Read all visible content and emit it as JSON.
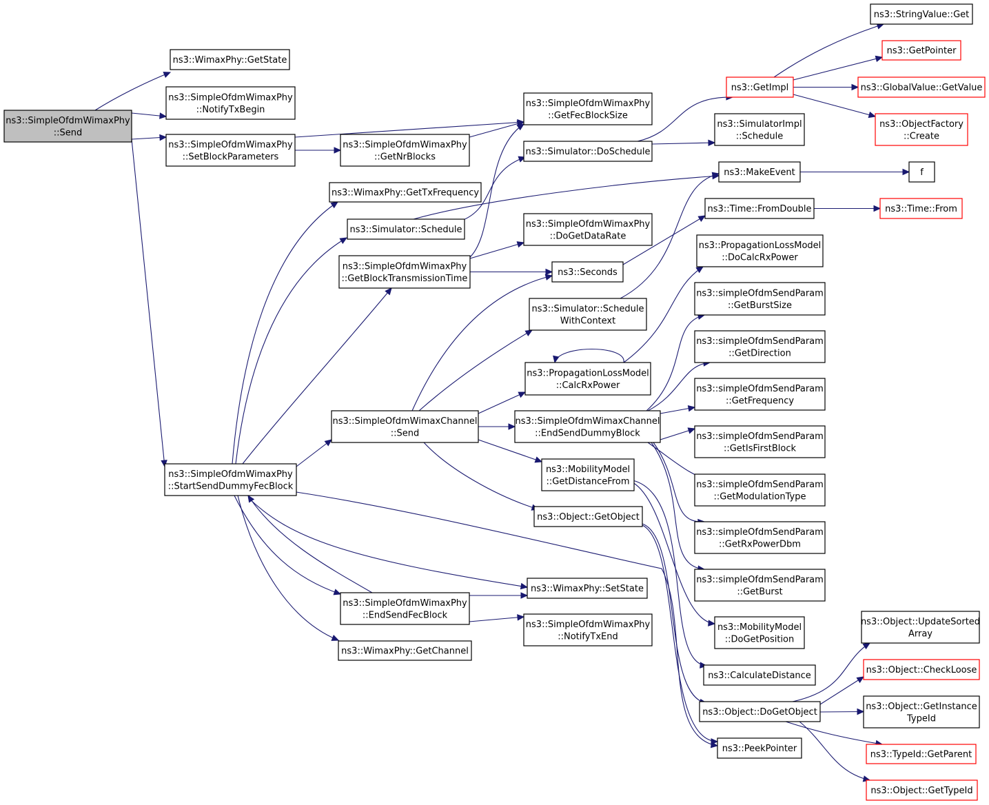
{
  "colors": {
    "edge": "#191970",
    "node_border": "#000000",
    "truncated_border": "#ff0000",
    "root_fill": "#bfbfbf"
  },
  "nodes": [
    {
      "id": "root",
      "lines": [
        "ns3::SimpleOfdmWimaxPhy",
        "::Send"
      ],
      "style": "root"
    },
    {
      "id": "getState",
      "lines": [
        "ns3::WimaxPhy::GetState"
      ]
    },
    {
      "id": "notifyTxBegin",
      "lines": [
        "ns3::SimpleOfdmWimaxPhy",
        "::NotifyTxBegin"
      ]
    },
    {
      "id": "setBlockParams",
      "lines": [
        "ns3::SimpleOfdmWimaxPhy",
        "::SetBlockParameters"
      ]
    },
    {
      "id": "startSend",
      "lines": [
        "ns3::SimpleOfdmWimaxPhy",
        "::StartSendDummyFecBlock"
      ]
    },
    {
      "id": "getFecBlockSize",
      "lines": [
        "ns3::SimpleOfdmWimaxPhy",
        "::GetFecBlockSize"
      ]
    },
    {
      "id": "getNrBlocks",
      "lines": [
        "ns3::SimpleOfdmWimaxPhy",
        "::GetNrBlocks"
      ]
    },
    {
      "id": "getTxFreq",
      "lines": [
        "ns3::WimaxPhy::GetTxFrequency"
      ]
    },
    {
      "id": "simSchedule",
      "lines": [
        "ns3::Simulator::Schedule"
      ]
    },
    {
      "id": "getBlockTx",
      "lines": [
        "ns3::SimpleOfdmWimaxPhy",
        "::GetBlockTransmissionTime"
      ]
    },
    {
      "id": "channelSend",
      "lines": [
        "ns3::SimpleOfdmWimaxChannel",
        "::Send"
      ]
    },
    {
      "id": "endSendFec",
      "lines": [
        "ns3::SimpleOfdmWimaxPhy",
        "::EndSendFecBlock"
      ]
    },
    {
      "id": "getChannel",
      "lines": [
        "ns3::WimaxPhy::GetChannel"
      ]
    },
    {
      "id": "doSchedule",
      "lines": [
        "ns3::Simulator::DoSchedule"
      ]
    },
    {
      "id": "doGetDataRate",
      "lines": [
        "ns3::SimpleOfdmWimaxPhy",
        "::DoGetDataRate"
      ]
    },
    {
      "id": "seconds",
      "lines": [
        "ns3::Seconds"
      ]
    },
    {
      "id": "scheduleWithContext",
      "lines": [
        "ns3::Simulator::Schedule",
        "WithContext"
      ]
    },
    {
      "id": "calcRxPower",
      "lines": [
        "ns3::PropagationLossModel",
        "::CalcRxPower"
      ]
    },
    {
      "id": "endSendDummy",
      "lines": [
        "ns3::SimpleOfdmWimaxChannel",
        "::EndSendDummyBlock"
      ]
    },
    {
      "id": "getDistFrom",
      "lines": [
        "ns3::MobilityModel",
        "::GetDistanceFrom"
      ]
    },
    {
      "id": "getObject",
      "lines": [
        "ns3::Object::GetObject"
      ]
    },
    {
      "id": "setState",
      "lines": [
        "ns3::WimaxPhy::SetState"
      ]
    },
    {
      "id": "notifyTxEnd",
      "lines": [
        "ns3::SimpleOfdmWimaxPhy",
        "::NotifyTxEnd"
      ]
    },
    {
      "id": "getImpl",
      "lines": [
        "ns3::GetImpl"
      ],
      "style": "red"
    },
    {
      "id": "simImplSchedule",
      "lines": [
        "ns3::SimulatorImpl",
        "::Schedule"
      ]
    },
    {
      "id": "makeEvent",
      "lines": [
        "ns3::MakeEvent"
      ]
    },
    {
      "id": "fromDouble",
      "lines": [
        "ns3::Time::FromDouble"
      ]
    },
    {
      "id": "doCalcRxPower",
      "lines": [
        "ns3::PropagationLossModel",
        "::DoCalcRxPower"
      ]
    },
    {
      "id": "getBurstSize",
      "lines": [
        "ns3::simpleOfdmSendParam",
        "::GetBurstSize"
      ]
    },
    {
      "id": "getDirection",
      "lines": [
        "ns3::simpleOfdmSendParam",
        "::GetDirection"
      ]
    },
    {
      "id": "getFrequency",
      "lines": [
        "ns3::simpleOfdmSendParam",
        "::GetFrequency"
      ]
    },
    {
      "id": "getIsFirstBlock",
      "lines": [
        "ns3::simpleOfdmSendParam",
        "::GetIsFirstBlock"
      ]
    },
    {
      "id": "getModType",
      "lines": [
        "ns3::simpleOfdmSendParam",
        "::GetModulationType"
      ]
    },
    {
      "id": "getRxPowerDbm",
      "lines": [
        "ns3::simpleOfdmSendParam",
        "::GetRxPowerDbm"
      ]
    },
    {
      "id": "getBurst",
      "lines": [
        "ns3::simpleOfdmSendParam",
        "::GetBurst"
      ]
    },
    {
      "id": "doGetPosition",
      "lines": [
        "ns3::MobilityModel",
        "::DoGetPosition"
      ]
    },
    {
      "id": "calcDistance",
      "lines": [
        "ns3::CalculateDistance"
      ]
    },
    {
      "id": "doGetObject",
      "lines": [
        "ns3::Object::DoGetObject"
      ]
    },
    {
      "id": "peekPointer",
      "lines": [
        "ns3::PeekPointer"
      ]
    },
    {
      "id": "stringValueGet",
      "lines": [
        "ns3::StringValue::Get"
      ]
    },
    {
      "id": "getPointer",
      "lines": [
        "ns3::GetPointer"
      ],
      "style": "red"
    },
    {
      "id": "globalValueGet",
      "lines": [
        "ns3::GlobalValue::GetValue"
      ],
      "style": "red"
    },
    {
      "id": "objectFactoryCreate",
      "lines": [
        "ns3::ObjectFactory",
        "::Create"
      ],
      "style": "red"
    },
    {
      "id": "f",
      "lines": [
        "f"
      ]
    },
    {
      "id": "timeFrom",
      "lines": [
        "ns3::Time::From"
      ],
      "style": "red"
    },
    {
      "id": "updateSorted",
      "lines": [
        "ns3::Object::UpdateSorted",
        "Array"
      ]
    },
    {
      "id": "checkLoose",
      "lines": [
        "ns3::Object::CheckLoose"
      ],
      "style": "red"
    },
    {
      "id": "getInstanceTypeId",
      "lines": [
        "ns3::Object::GetInstance",
        "TypeId"
      ]
    },
    {
      "id": "typeIdGetParent",
      "lines": [
        "ns3::TypeId::GetParent"
      ],
      "style": "red"
    },
    {
      "id": "objectGetTypeId",
      "lines": [
        "ns3::Object::GetTypeId"
      ],
      "style": "red"
    }
  ],
  "edges": [
    [
      "root",
      "getState"
    ],
    [
      "root",
      "notifyTxBegin"
    ],
    [
      "root",
      "setBlockParams"
    ],
    [
      "root",
      "startSend"
    ],
    [
      "setBlockParams",
      "getFecBlockSize"
    ],
    [
      "setBlockParams",
      "getNrBlocks"
    ],
    [
      "getNrBlocks",
      "getFecBlockSize"
    ],
    [
      "startSend",
      "getTxFreq"
    ],
    [
      "startSend",
      "simSchedule"
    ],
    [
      "startSend",
      "getBlockTx"
    ],
    [
      "startSend",
      "channelSend"
    ],
    [
      "startSend",
      "endSendFec"
    ],
    [
      "startSend",
      "getChannel"
    ],
    [
      "startSend",
      "setState"
    ],
    [
      "startSend",
      "peekPointer"
    ],
    [
      "getBlockTx",
      "getFecBlockSize"
    ],
    [
      "getBlockTx",
      "doGetDataRate"
    ],
    [
      "getBlockTx",
      "seconds"
    ],
    [
      "simSchedule",
      "doSchedule"
    ],
    [
      "simSchedule",
      "makeEvent"
    ],
    [
      "channelSend",
      "seconds"
    ],
    [
      "channelSend",
      "scheduleWithContext"
    ],
    [
      "channelSend",
      "calcRxPower"
    ],
    [
      "channelSend",
      "endSendDummy"
    ],
    [
      "channelSend",
      "getDistFrom"
    ],
    [
      "channelSend",
      "getObject"
    ],
    [
      "endSendFec",
      "setState"
    ],
    [
      "endSendFec",
      "notifyTxEnd"
    ],
    [
      "endSendFec",
      "startSend"
    ],
    [
      "doSchedule",
      "getImpl"
    ],
    [
      "doSchedule",
      "simImplSchedule"
    ],
    [
      "seconds",
      "fromDouble"
    ],
    [
      "scheduleWithContext",
      "makeEvent"
    ],
    [
      "calcRxPower",
      "calcRxPower"
    ],
    [
      "calcRxPower",
      "doCalcRxPower"
    ],
    [
      "endSendDummy",
      "getBurstSize"
    ],
    [
      "endSendDummy",
      "getDirection"
    ],
    [
      "endSendDummy",
      "getFrequency"
    ],
    [
      "endSendDummy",
      "getIsFirstBlock"
    ],
    [
      "endSendDummy",
      "getModType"
    ],
    [
      "endSendDummy",
      "getRxPowerDbm"
    ],
    [
      "endSendDummy",
      "getBurst"
    ],
    [
      "getDistFrom",
      "doGetPosition"
    ],
    [
      "getDistFrom",
      "calcDistance"
    ],
    [
      "getObject",
      "doGetObject"
    ],
    [
      "getObject",
      "peekPointer"
    ],
    [
      "getImpl",
      "stringValueGet"
    ],
    [
      "getImpl",
      "getPointer"
    ],
    [
      "getImpl",
      "globalValueGet"
    ],
    [
      "getImpl",
      "objectFactoryCreate"
    ],
    [
      "makeEvent",
      "f"
    ],
    [
      "fromDouble",
      "timeFrom"
    ],
    [
      "doGetObject",
      "updateSorted"
    ],
    [
      "doGetObject",
      "checkLoose"
    ],
    [
      "doGetObject",
      "getInstanceTypeId"
    ],
    [
      "doGetObject",
      "typeIdGetParent"
    ],
    [
      "doGetObject",
      "objectGetTypeId"
    ]
  ]
}
